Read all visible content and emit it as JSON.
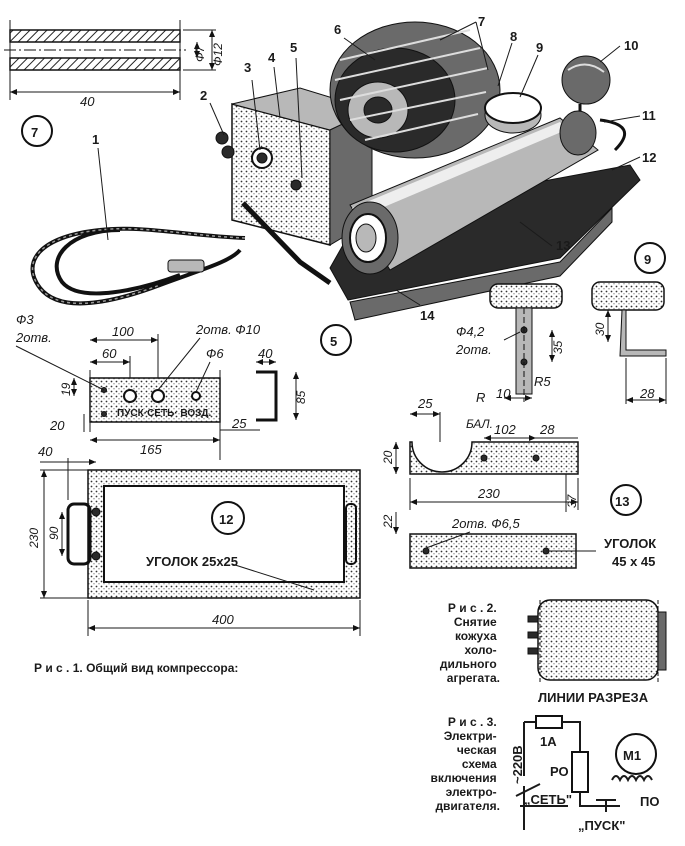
{
  "callouts": [
    "1",
    "2",
    "3",
    "4",
    "5",
    "6",
    "7",
    "8",
    "9",
    "10",
    "11",
    "12",
    "13",
    "14"
  ],
  "tube_drawing": {
    "badge": "7",
    "len": "40",
    "d_inner": "Ф7",
    "d_outer": "Ф12"
  },
  "panel_drawing": {
    "badge": "5",
    "phi3": "Ф3",
    "holes2": "2отв.",
    "w100": "100",
    "holes_phi10": "2отв. Ф10",
    "phi6": "Ф6",
    "w60": "60",
    "h19": "19",
    "h20": "20",
    "w165": "165",
    "w25": "25",
    "w40": "40",
    "h85": "85",
    "panel_text": "ПУСК·СЕТЬ· ВОЗД."
  },
  "bracket_drawing": {
    "badge": "9",
    "phi42": "Ф4,2",
    "holes2": "2отв.",
    "h35": "35",
    "w10": "10",
    "r5": "R5",
    "h30": "30",
    "w28": "28"
  },
  "frame_drawing": {
    "badge": "12",
    "w40": "40",
    "h230": "230",
    "h90": "90",
    "w400": "400",
    "angle_label": "УГОЛОК 25х25"
  },
  "strap_drawing": {
    "badge": "13",
    "w25": "25",
    "r_label": "R",
    "bal_label": "БАЛ.",
    "w102": "102",
    "w28": "28",
    "h20": "20",
    "w230": "230",
    "h37": "37",
    "h22": "22",
    "holes_label": "2отв. Ф6,5",
    "angle_label": "УГОЛОК",
    "angle_size": "45 х 45"
  },
  "fig1_caption": "Р и с .  1.  Общий  вид  компрессора:",
  "fig2_caption": [
    "Р и с .   2.",
    "Снятие",
    "кожуха",
    "холо-",
    "дильного",
    "агрегата."
  ],
  "cut_line_label": "ЛИНИИ РАЗРЕЗА",
  "fig3_caption": [
    "Р и с .  3.",
    "Электри-",
    "ческая",
    "схема",
    "включения",
    "электро-",
    "двигателя."
  ],
  "circuit": {
    "voltage": "~220В",
    "fuse": "1А",
    "relay": "РО",
    "motor": "М1",
    "start_coil": "ПО",
    "switch_net": "„СЕТЬ\"",
    "switch_start": "„ПУСК\""
  }
}
